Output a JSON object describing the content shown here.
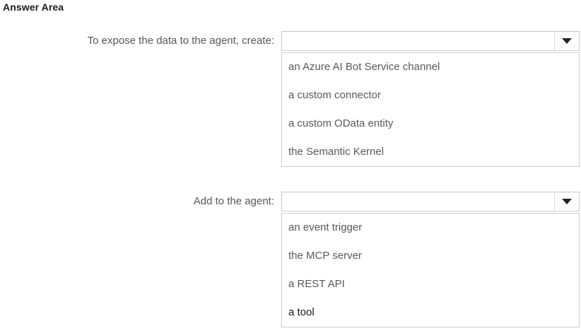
{
  "page": {
    "title": "Answer Area"
  },
  "questions": [
    {
      "label": "To expose the data to the agent, create:",
      "combo": {
        "value": "",
        "placeholder": "",
        "arrow_icon": "chevron-down-icon"
      },
      "options": [
        "an Azure AI Bot Service channel",
        "a custom connector",
        "a custom OData entity",
        "the Semantic Kernel"
      ]
    },
    {
      "label": "Add to the agent:",
      "combo": {
        "value": "",
        "placeholder": "",
        "arrow_icon": "chevron-down-icon"
      },
      "options": [
        "an event trigger",
        "the MCP server",
        "a REST API",
        "a tool"
      ]
    }
  ],
  "colors": {
    "text_label": "#58585a",
    "text_title": "#1a1a1a",
    "option_text": "#59595b",
    "option_text_emphasis": "#151515",
    "border": "#cdcdcd",
    "background": "#ffffff"
  }
}
